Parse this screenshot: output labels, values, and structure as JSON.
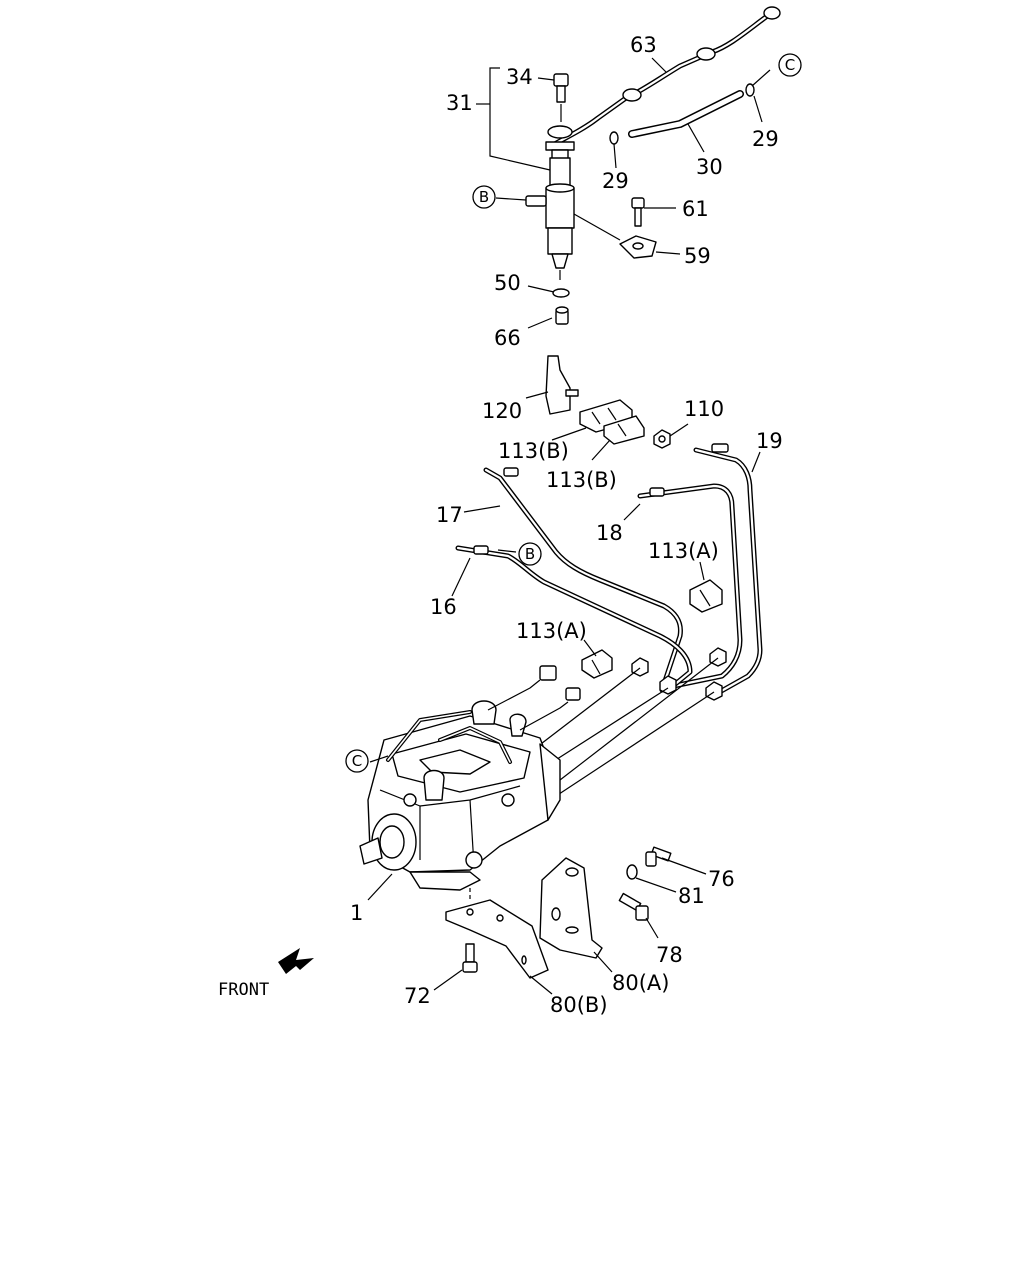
{
  "callouts": {
    "c63": "63",
    "c34": "34",
    "c31": "31",
    "c29a": "29",
    "c29b": "29",
    "c30": "30",
    "c61": "61",
    "c59": "59",
    "c50": "50",
    "c66": "66",
    "c120": "120",
    "c110": "110",
    "c113b1": "113(B)",
    "c113b2": "113(B)",
    "c19": "19",
    "c17": "17",
    "c18": "18",
    "c113a1": "113(A)",
    "c16": "16",
    "c113a2": "113(A)",
    "c76": "76",
    "c81": "81",
    "c1": "1",
    "c78": "78",
    "c80a": "80(A)",
    "c72": "72",
    "c80b": "80(B)"
  },
  "refs": {
    "b": "B",
    "c": "C"
  },
  "front_label": "FRONT"
}
